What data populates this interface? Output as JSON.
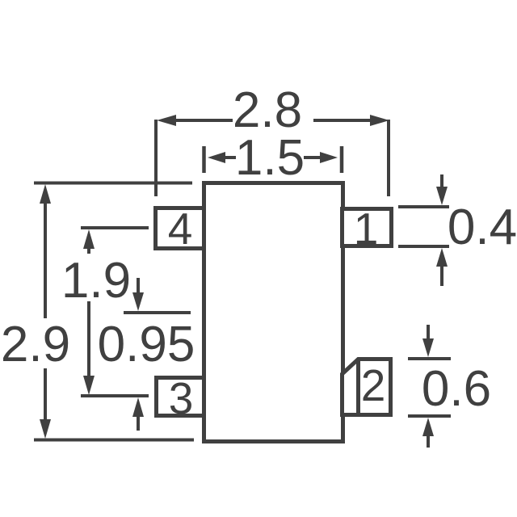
{
  "canvas": {
    "background_color": "#ffffff",
    "line_color": "#404040"
  },
  "diagram": {
    "kind": "package-outline-dimension-drawing",
    "pins": [
      {
        "number": "1"
      },
      {
        "number": "2"
      },
      {
        "number": "3"
      },
      {
        "number": "4"
      }
    ],
    "dimensions": {
      "overall_width": "2.8",
      "body_width": "1.5",
      "overall_height": "2.9",
      "pin_row_span": "1.9",
      "pin_pitch": "0.95",
      "pin_1_width": "0.4",
      "pin_2_width": "0.6"
    }
  }
}
